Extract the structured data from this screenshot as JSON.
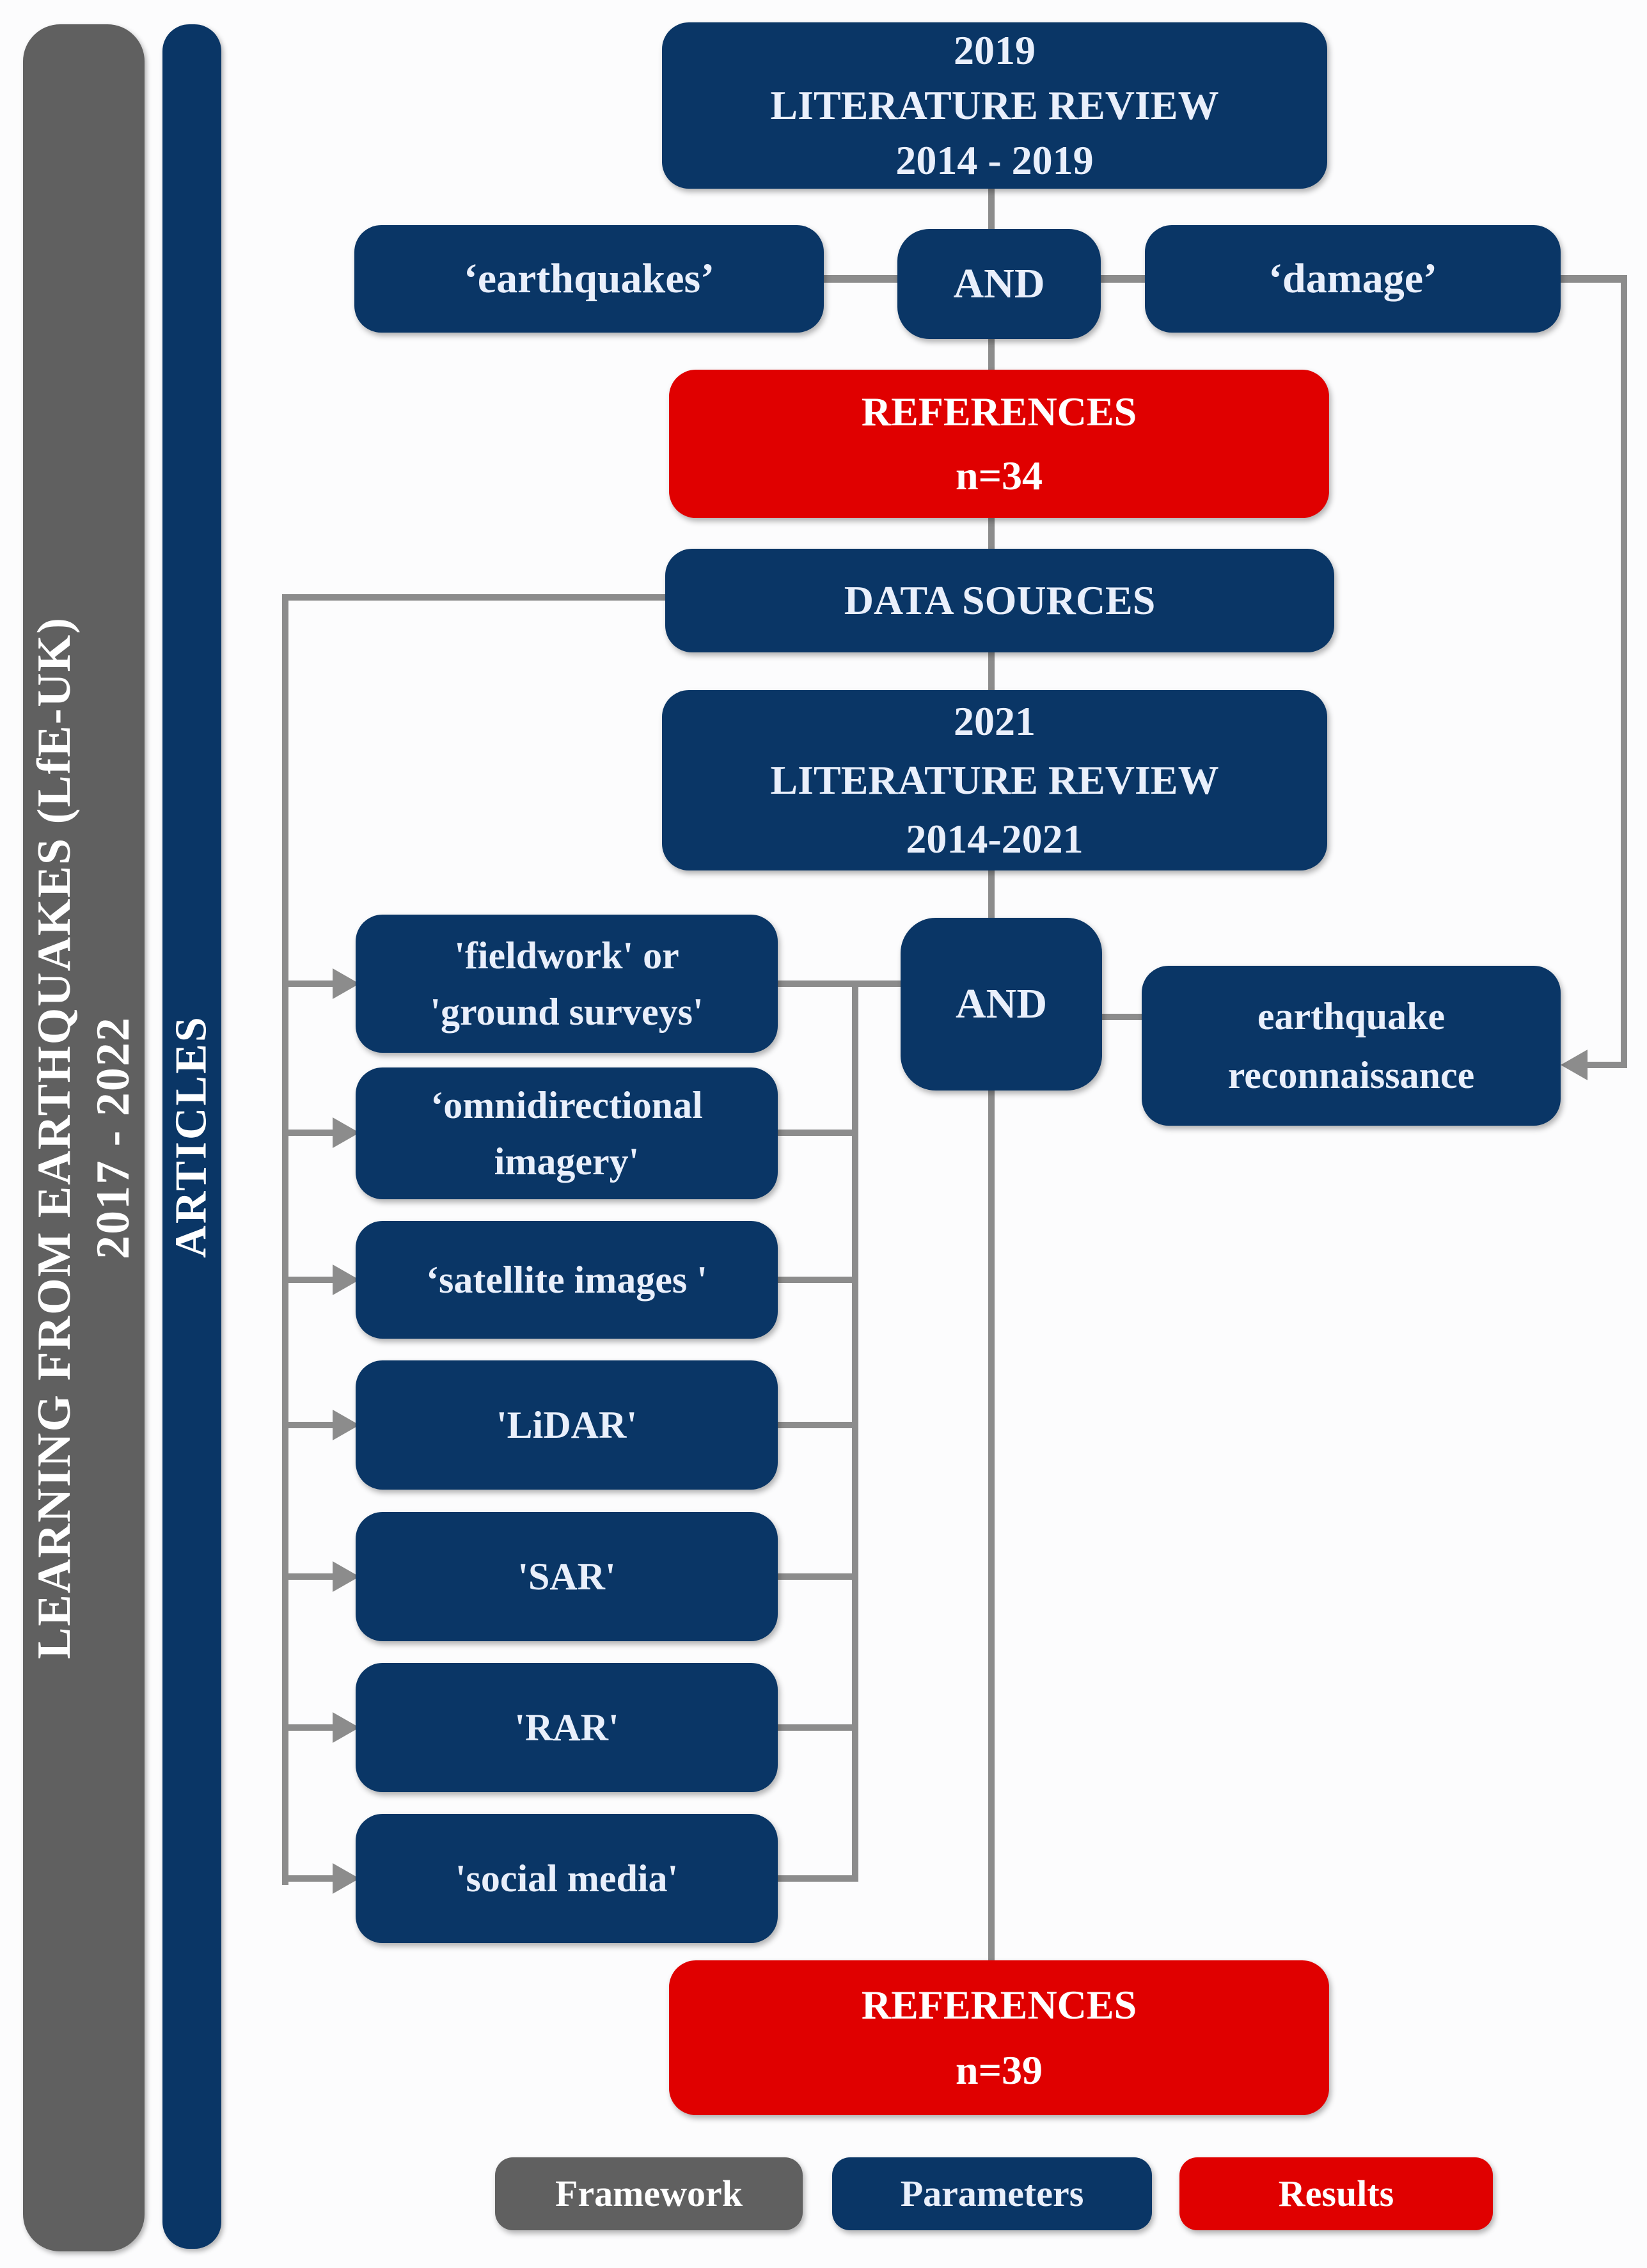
{
  "title": "Literature review methodology flowchart",
  "colors": {
    "framework_gray": "#606060",
    "parameters_navy": "#0a3666",
    "results_red": "#e00000",
    "connector_gray": "#8c8c8c",
    "navy_box_text": "#e9effb",
    "background": "#fcfcfd"
  },
  "sidebars": {
    "framework_bar": {
      "line1": "LEARNING FROM EARTHQUAKES (LfE-UK)",
      "line2": "2017 - 2022"
    },
    "articles_bar": {
      "label": "ARTICLES"
    }
  },
  "nodes": {
    "review2019": {
      "lines": [
        "2019",
        "LITERATURE REVIEW",
        "2014 - 2019"
      ]
    },
    "earthquakes": {
      "label": "‘earthquakes’"
    },
    "and1": {
      "label": "AND"
    },
    "damage": {
      "label": "‘damage’"
    },
    "references2019": {
      "lines": [
        "REFERENCES",
        "n=34"
      ]
    },
    "data_sources": {
      "label": "DATA SOURCES"
    },
    "review2021": {
      "lines": [
        "2021",
        "LITERATURE REVIEW",
        "2014-2021"
      ]
    },
    "and2": {
      "label": "AND"
    },
    "reconnaissance": {
      "lines": [
        "earthquake",
        "reconnaissance"
      ]
    },
    "keywords": [
      {
        "id": "fieldwork",
        "lines": [
          "'fieldwork' or",
          "'ground surveys'"
        ]
      },
      {
        "id": "omnidirectional",
        "lines": [
          "‘omnidirectional",
          "imagery'"
        ]
      },
      {
        "id": "satellite",
        "lines": [
          "‘satellite images '"
        ]
      },
      {
        "id": "lidar",
        "lines": [
          "'LiDAR'"
        ]
      },
      {
        "id": "sar",
        "lines": [
          "'SAR'"
        ]
      },
      {
        "id": "rar",
        "lines": [
          "'RAR'"
        ]
      },
      {
        "id": "social_media",
        "lines": [
          "'social media'"
        ]
      }
    ],
    "references2021": {
      "lines": [
        "REFERENCES",
        "n=39"
      ]
    }
  },
  "legend": [
    {
      "label": "Framework",
      "color": "#606060"
    },
    {
      "label": "Parameters",
      "color": "#0a3666"
    },
    {
      "label": "Results",
      "color": "#e00000"
    }
  ]
}
